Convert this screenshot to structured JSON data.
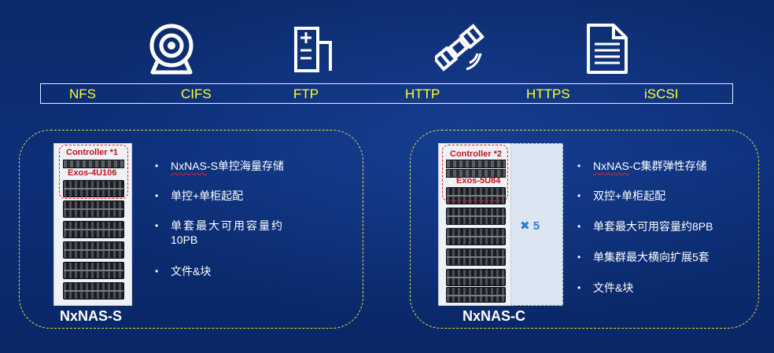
{
  "protocols": [
    "NFS",
    "CIFS",
    "FTP",
    "HTTP",
    "HTTPS",
    "iSCSI"
  ],
  "icons": [
    "webcam-icon",
    "building-icon",
    "satellite-icon",
    "document-icon"
  ],
  "colors": {
    "background": "#0c2f78",
    "protocol_text": "#ffff33",
    "dashed_border": "#e5d93a",
    "controller_red": "#c0141c"
  },
  "left": {
    "name": "NxNAS-S",
    "controller_label": "Controller *1",
    "model_label": "Exos-4U106",
    "bullets": [
      {
        "prefix": "NxNAS",
        "rest": "-S单控海量存储"
      },
      {
        "prefix": "",
        "rest": "单控+单柜起配"
      },
      {
        "prefix": "",
        "rest": "单套最大可用容量约"
      },
      {
        "prefix": "",
        "rest": "文件&块"
      }
    ],
    "capacity_line2": "10PB"
  },
  "right": {
    "name": "NxNAS-C",
    "controller_label": "Controller *2",
    "model_label": "Exos-5U84",
    "multiplier": "5",
    "bullets": [
      {
        "prefix": "NxNAS",
        "rest": "-C集群弹性存储"
      },
      {
        "prefix": "",
        "rest": "双控+单柜起配"
      },
      {
        "prefix": "",
        "rest": "单套最大可用容量约8PB"
      },
      {
        "prefix": "",
        "rest": "单集群最大横向扩展5套"
      },
      {
        "prefix": "",
        "rest": "文件&块"
      }
    ]
  }
}
